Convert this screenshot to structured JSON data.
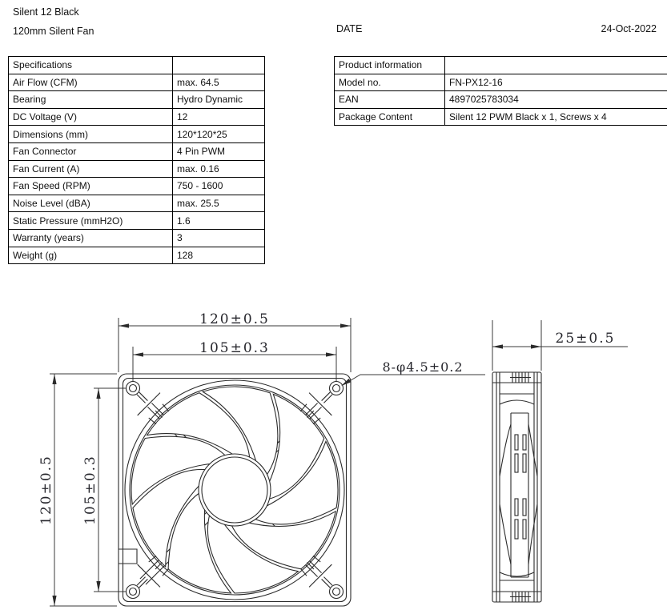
{
  "header": {
    "product_name": "Silent 12 Black",
    "product_subtitle": "120mm Silent Fan",
    "date_label": "DATE",
    "date_value": "24-Oct-2022"
  },
  "spec_table": {
    "title": "Specifications",
    "rows": [
      {
        "label": "Air Flow (CFM)",
        "value": "max. 64.5"
      },
      {
        "label": "Bearing",
        "value": "Hydro Dynamic"
      },
      {
        "label": "DC Voltage (V)",
        "value": "12"
      },
      {
        "label": "Dimensions (mm)",
        "value": "120*120*25"
      },
      {
        "label": "Fan Connector",
        "value": "4 Pin PWM"
      },
      {
        "label": "Fan Current (A)",
        "value": "max. 0.16"
      },
      {
        "label": "Fan Speed (RPM)",
        "value": "750 - 1600"
      },
      {
        "label": "Noise Level (dBA)",
        "value": "max. 25.5"
      },
      {
        "label": "Static Pressure (mmH2O)",
        "value": "1.6"
      },
      {
        "label": "Warranty (years)",
        "value": "3"
      },
      {
        "label": "Weight (g)",
        "value": "128"
      }
    ]
  },
  "product_table": {
    "title": "Product information",
    "rows": [
      {
        "label": "Model no.",
        "value": "FN-PX12-16"
      },
      {
        "label": "EAN",
        "value": "4897025783034"
      },
      {
        "label": "Package Content",
        "value": "Silent 12 PWM Black x 1, Screws x 4"
      }
    ]
  },
  "drawing": {
    "front_width": "120±0.5",
    "front_width_inner": "105±0.3",
    "front_height": "120±0.5",
    "front_height_inner": "105±0.3",
    "mount_holes": "8-φ4.5±0.2",
    "depth": "25±0.5",
    "line_color": "#2b2b2b"
  }
}
